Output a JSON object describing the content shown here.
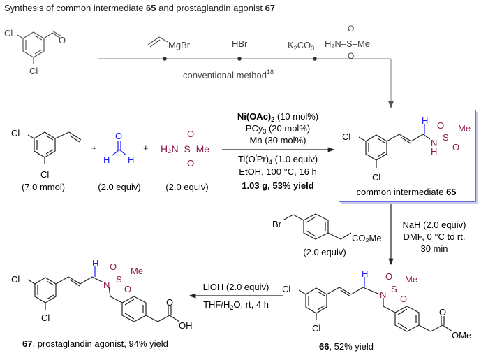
{
  "title": {
    "prefix": "Synthesis of common intermediate ",
    "cmpd1": "65",
    "middle": " and prostaglandin agonist ",
    "cmpd2": "67"
  },
  "conventional_route": {
    "reagents": [
      "MgBr",
      "HBr",
      "K2CO3",
      "H2N–S–Me"
    ],
    "reagent_labels": {
      "grignard": "MgBr",
      "hbr": "HBr",
      "base_prefix": "K",
      "base_sub1": "2",
      "base_mid": "CO",
      "base_sub2": "3",
      "sulfonamide": "H₂N–S–Me"
    },
    "label": "conventional method",
    "ref": "18"
  },
  "starting_materials": [
    {
      "name": "3,5-dichlorostyrene",
      "amount": "(7.0 mmol)"
    },
    {
      "name": "formaldehyde",
      "amount": "(2.0 equiv)"
    },
    {
      "name": "methanesulfonamide",
      "amount": "(2.0 equiv)"
    }
  ],
  "step1": {
    "conditions": [
      {
        "bold": "Ni(OAc)",
        "bold_sub": "2",
        "rest": " (10 mol%)"
      },
      {
        "text": "PCy",
        "sub": "3",
        "rest": " (20 mol%)"
      },
      {
        "text": "Mn (30 mol%)"
      }
    ],
    "below": [
      {
        "text": "Ti(O",
        "sup": "i",
        "mid": "Pr)",
        "sub": "4",
        "rest": " (1.0 equiv)"
      },
      {
        "text": "EtOH, 100 °C, 16 h"
      },
      {
        "bold": "1.03 g, 53% yield"
      }
    ]
  },
  "intermediate": {
    "caption_prefix": "common intermediate ",
    "caption_bold": "65"
  },
  "step2": {
    "reagent_amount": "(2.0 equiv)",
    "reagent_group": "CO₂Me",
    "conditions": [
      "NaH (2.0 equiv)",
      "DMF, 0 °C to rt.",
      "30 min"
    ]
  },
  "product66": {
    "bold": "66",
    "rest": ", 52% yield"
  },
  "step3": {
    "above": "LiOH (2.0 equiv)",
    "below_prefix": "THF/H",
    "below_sub": "2",
    "below_rest": "O, rt, 4 h"
  },
  "product67": {
    "bold": "67",
    "rest": ", prostaglandin agonist, 94% yield"
  },
  "atoms": {
    "cl": "Cl",
    "o": "O",
    "h": "H",
    "n": "N",
    "s": "S",
    "me": "Me",
    "br": "Br",
    "ome": "OMe",
    "oh": "OH",
    "h2n": "H₂N–S–Me",
    "plus": "+"
  },
  "colors": {
    "sulfonamide": "#8b1a4f",
    "formaldehyde": "#1a1aff",
    "box_border": "#6c6ce0",
    "conventional_line": "#999999"
  }
}
